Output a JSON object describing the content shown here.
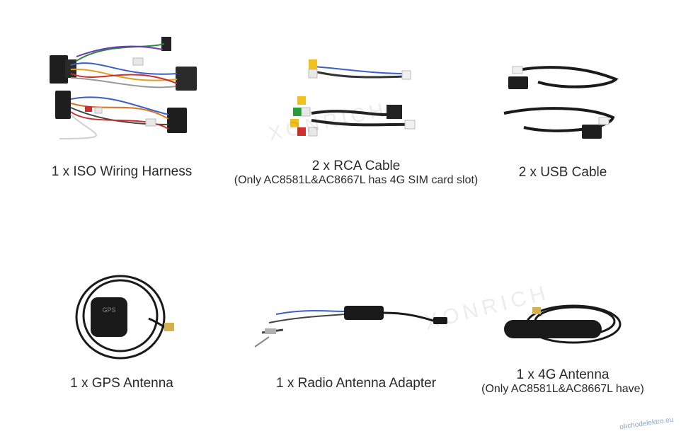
{
  "items": [
    {
      "main": "1 x ISO Wiring Harness",
      "note": ""
    },
    {
      "main": "2 x RCA Cable",
      "note": "(Only AC8581L&AC8667L has 4G SIM card slot)"
    },
    {
      "main": "2 x USB Cable",
      "note": ""
    },
    {
      "main": "1 x GPS Antenna",
      "note": ""
    },
    {
      "main": "1 x Radio Antenna Adapter",
      "note": ""
    },
    {
      "main": "1 x 4G Antenna",
      "note": "(Only AC8581L&AC8667L have)"
    }
  ],
  "watermark": "XONRICH",
  "site_mark": "obchodelektro.eu",
  "gps_module_text": "GPS"
}
